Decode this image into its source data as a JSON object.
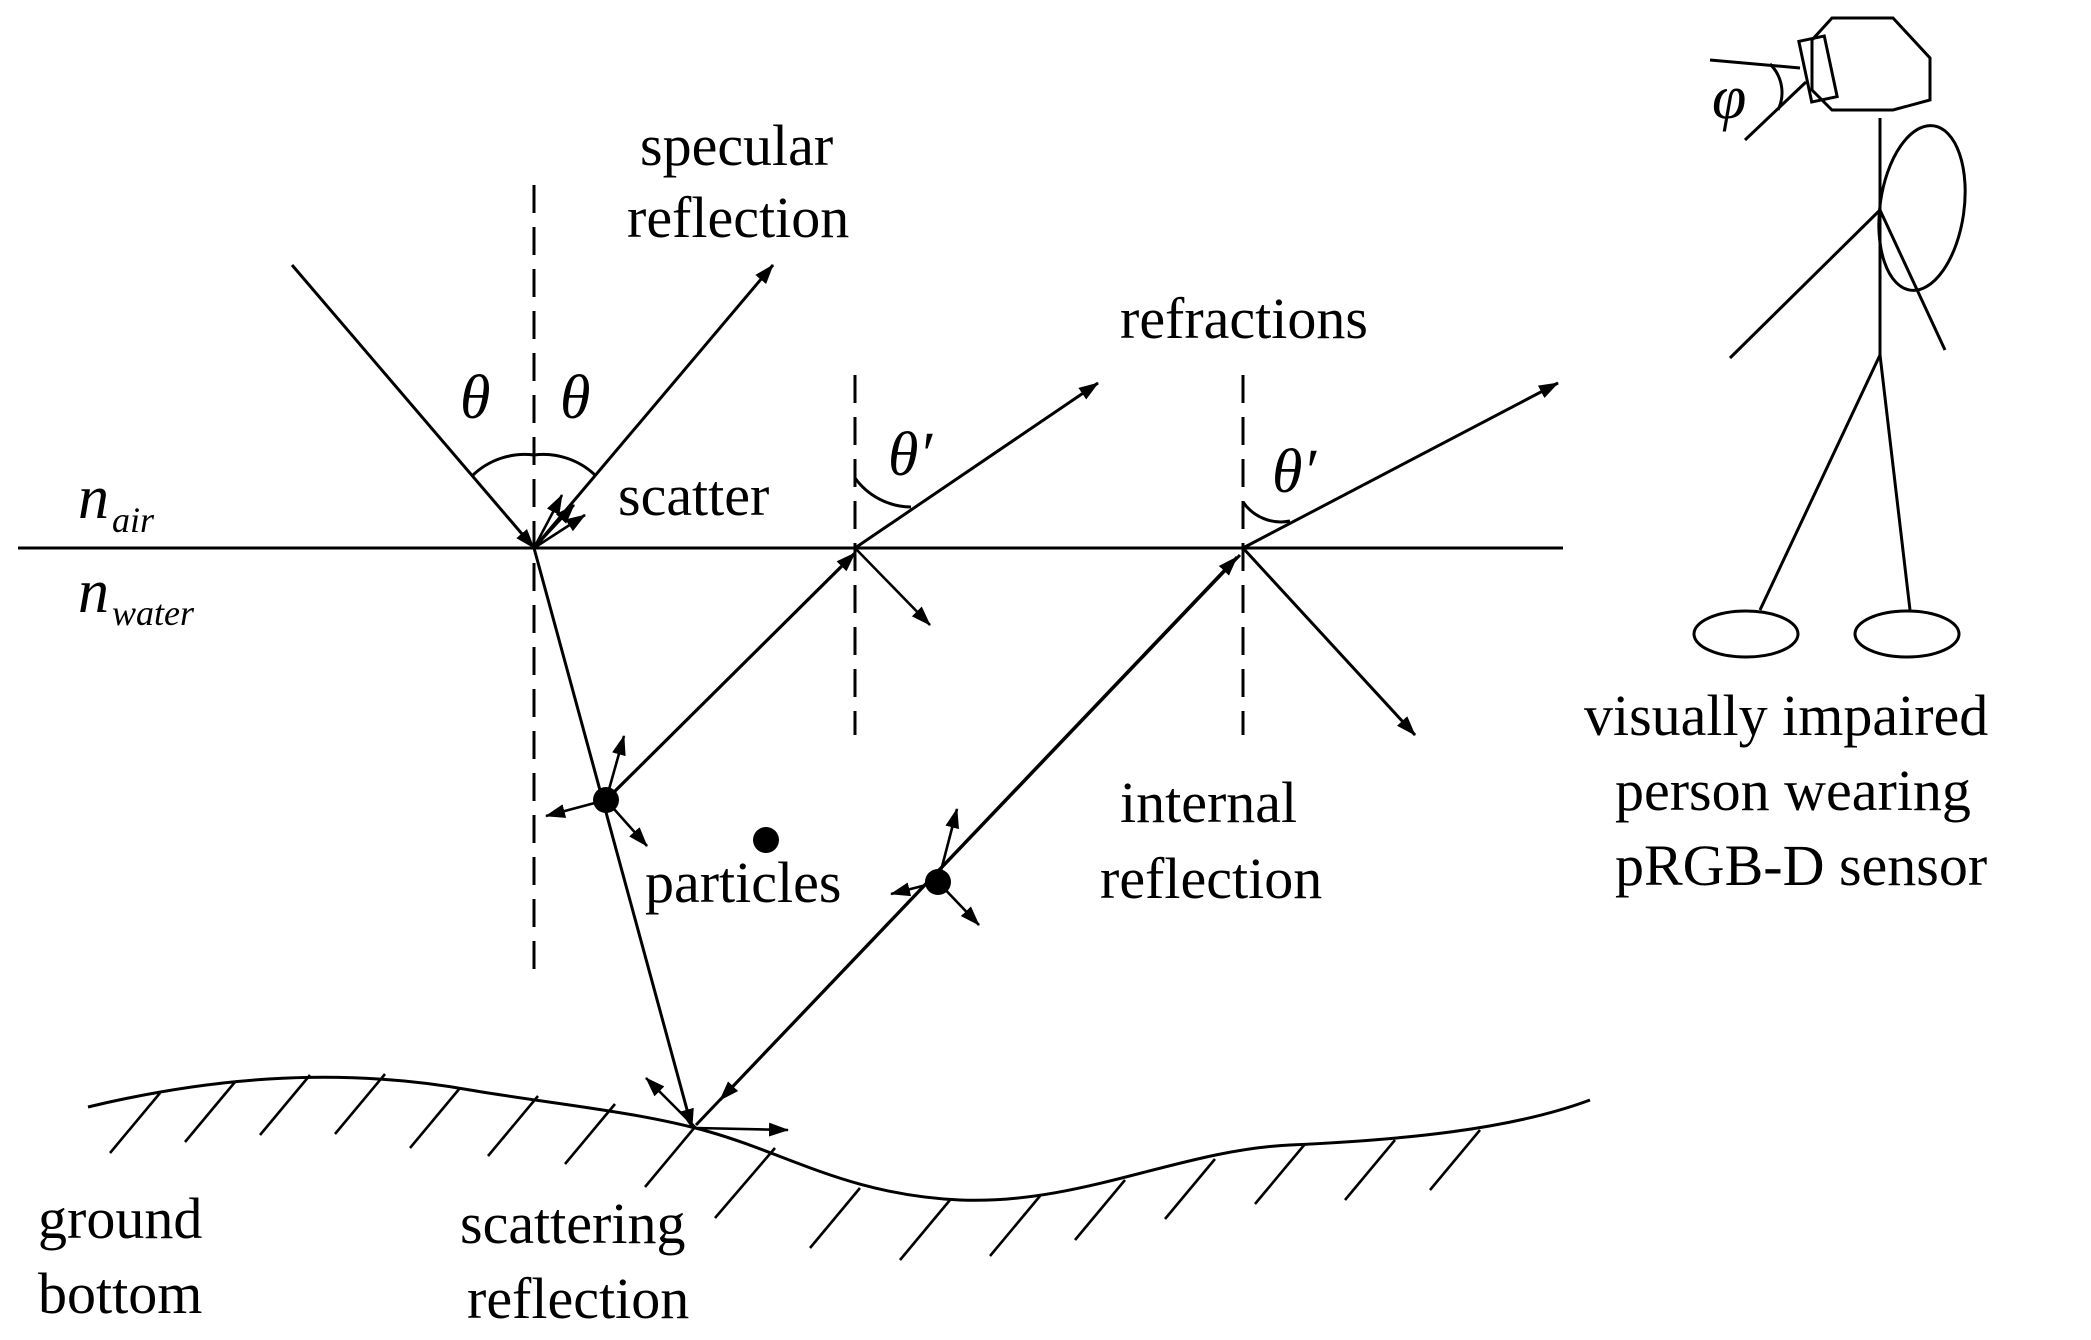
{
  "labels": {
    "specular_1": "specular",
    "specular_2": "reflection",
    "refractions": "refractions",
    "scatter": "scatter",
    "particles": "particles",
    "internal_1": "internal",
    "internal_2": "reflection",
    "ground_1": "ground",
    "ground_2": "bottom",
    "scattering_1": "scattering",
    "scattering_2": "reflection",
    "person_1": "visually impaired",
    "person_2": "person wearing",
    "person_3": "pRGB-D sensor"
  },
  "symbols": {
    "n": "n",
    "air": "air",
    "water": "water",
    "theta": "θ",
    "theta_prime": "θ′",
    "phi": "φ"
  }
}
